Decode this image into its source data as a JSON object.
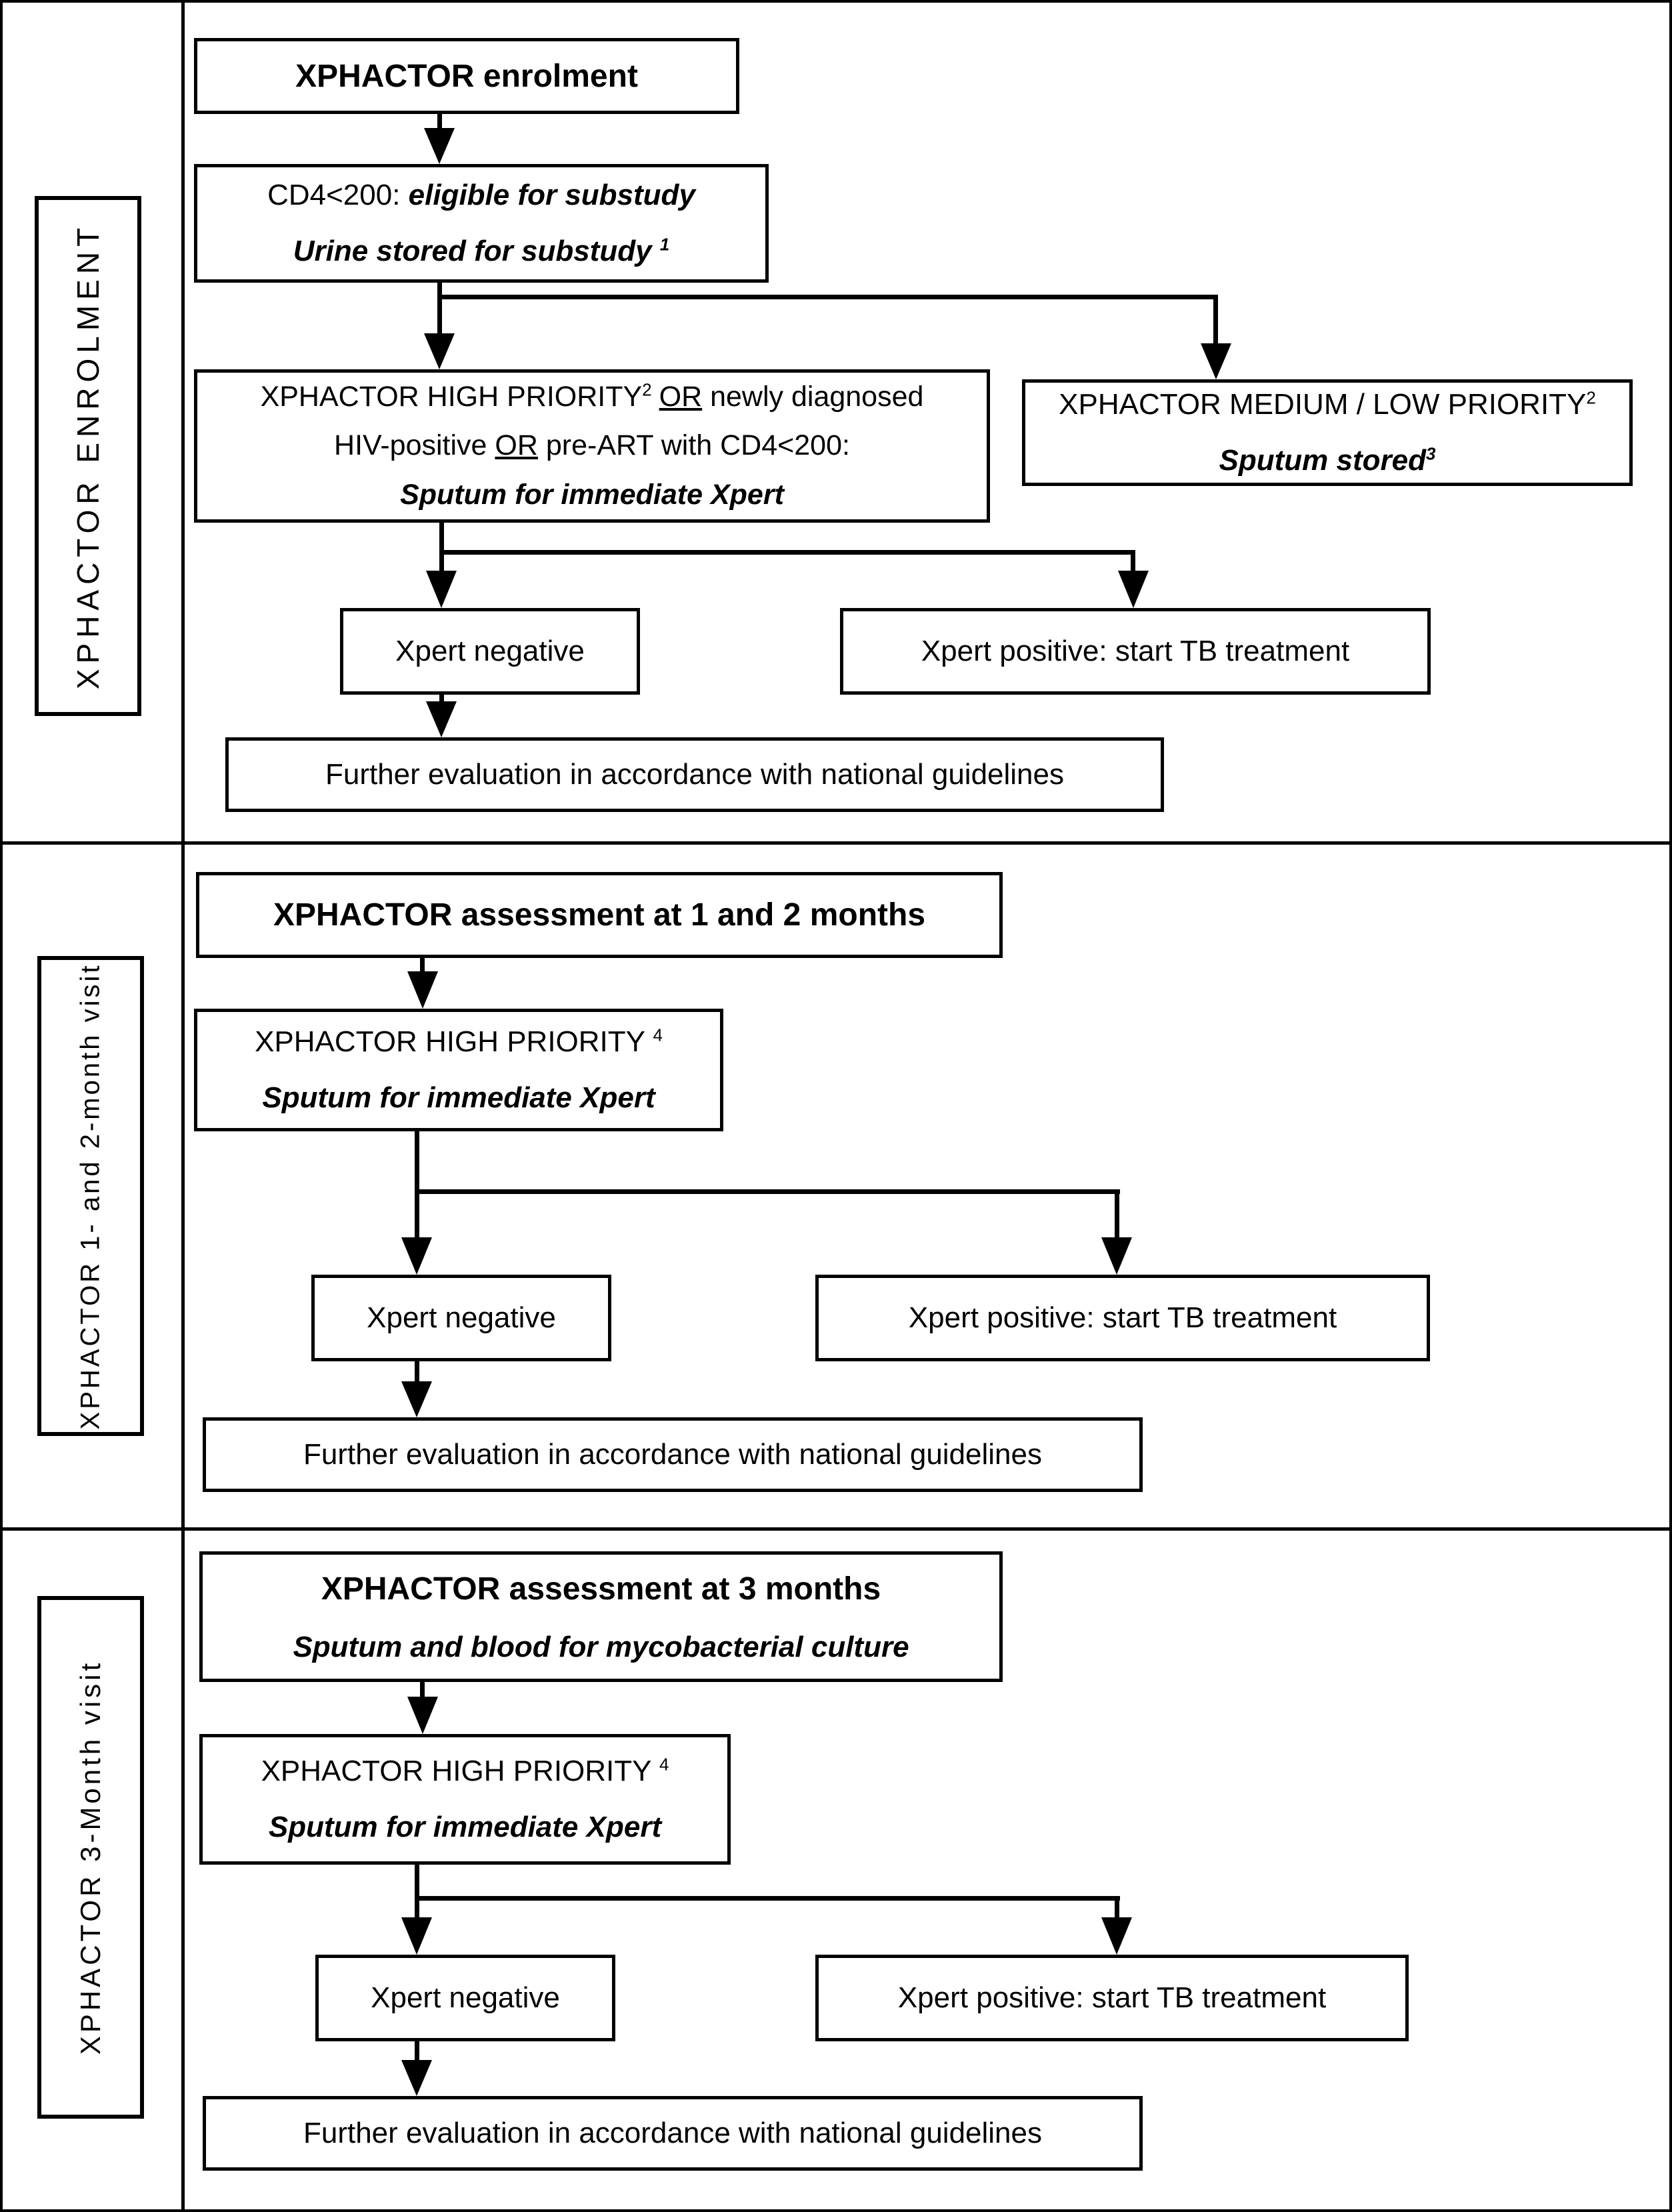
{
  "colors": {
    "ink": "#000000",
    "paper": "#ffffff"
  },
  "s1": {
    "side_label": "XPHACTOR ENROLMENT",
    "title": "XPHACTOR enrolment",
    "cd4_prefix": "CD4<200: ",
    "cd4_line1": "eligible for substudy",
    "cd4_line2": "Urine stored for substudy ",
    "cd4_sup": "1",
    "high_l1a": "XPHACTOR HIGH PRIORITY",
    "high_l1_sup": "2",
    "high_or1": "OR",
    "high_l1c": " newly diagnosed",
    "high_l2a": "HIV-positive ",
    "high_or2": "OR",
    "high_l2b": " pre-ART with CD4<200:",
    "high_l3": "Sputum for immediate Xpert",
    "med_l1": "XPHACTOR MEDIUM / LOW PRIORITY",
    "med_l1_sup": "2",
    "med_l2": "Sputum stored",
    "med_l2_sup": "3",
    "xneg": "Xpert negative",
    "xpos": "Xpert positive: start TB treatment",
    "further": "Further evaluation in accordance with national guidelines"
  },
  "s2": {
    "side_label": "XPHACTOR 1- and 2-month visit",
    "title": "XPHACTOR assessment at 1 and 2 months",
    "high_l1": "XPHACTOR HIGH PRIORITY ",
    "high_sup": "4",
    "high_l2": "Sputum for immediate Xpert",
    "xneg": "Xpert negative",
    "xpos": "Xpert positive: start TB treatment",
    "further": "Further evaluation in accordance with national guidelines"
  },
  "s3": {
    "side_label": "XPHACTOR 3-Month visit",
    "title1": "XPHACTOR assessment at 3 months",
    "title2": "Sputum and blood for mycobacterial culture",
    "high_l1": "XPHACTOR HIGH PRIORITY ",
    "high_sup": "4",
    "high_l2": "Sputum for immediate Xpert",
    "xneg": "Xpert negative",
    "xpos": "Xpert positive: start TB treatment",
    "further": "Further evaluation in accordance with national guidelines"
  }
}
